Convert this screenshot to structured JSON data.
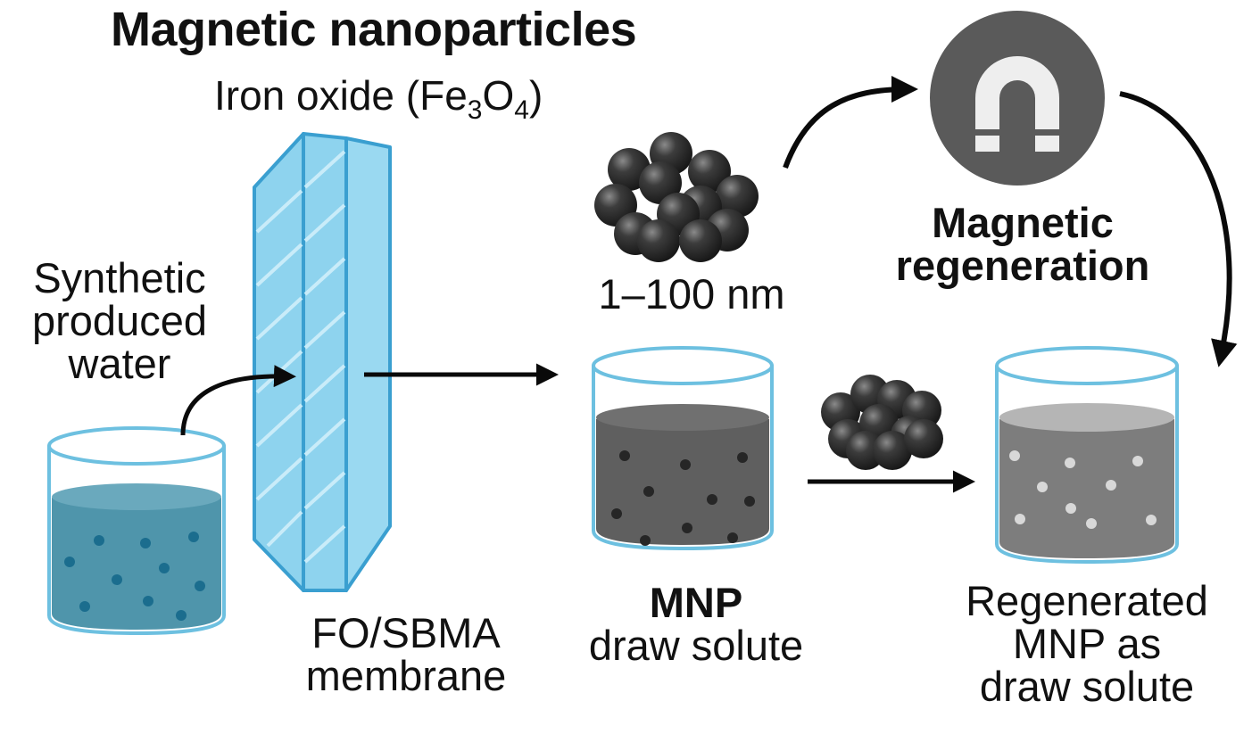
{
  "title": "Magnetic nanoparticles",
  "subtitle": {
    "prefix": "Iron oxide (Fe",
    "sub1": "3",
    "mid": "O",
    "sub2": "4",
    "suffix": ")"
  },
  "labels": {
    "feed_line1": "Synthetic",
    "feed_line2": "produced",
    "feed_line3": "water",
    "membrane_line1": "FO/SBMA",
    "membrane_line2": "membrane",
    "size": "1–100 nm",
    "regen_line1": "Magnetic",
    "regen_line2": "regeneration",
    "mnp_bold": "MNP",
    "mnp_line2": "draw solute",
    "regenerated_line1": "Regenerated",
    "regenerated_line2": "MNP as",
    "regenerated_line3": "draw solute"
  },
  "colors": {
    "feed_water": "#4f95ab",
    "feed_dots": "#1b6d8e",
    "membrane_fill": "#8ed3ee",
    "membrane_stroke": "#3a9fd0",
    "beaker_rim": "#6dc0e0",
    "mnp_solution": "#5f5f5f",
    "mnp_dots": "#262626",
    "regen_solution": "#7d7d7d",
    "regen_dots": "#d8d8d8",
    "magnet_circle": "#5a5a5a",
    "arrow": "#0a0a0a"
  },
  "icons": {
    "magnet": "magnet-icon",
    "nanoparticle_cluster": "nanoparticle-cluster-icon"
  }
}
